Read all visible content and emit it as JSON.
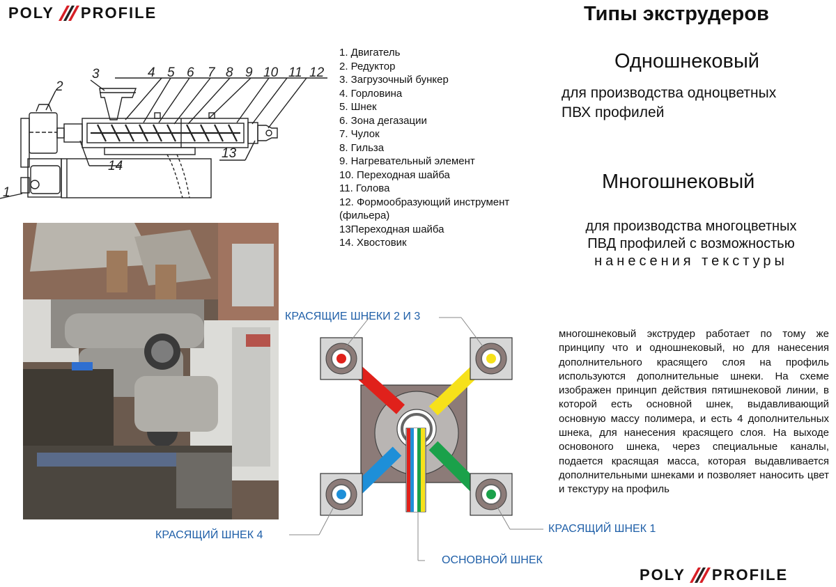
{
  "brand": {
    "name_left": "POLY",
    "name_right": "PROFILE"
  },
  "title": "Типы экструдеров",
  "single": {
    "heading": "Одношнековый",
    "line1": "для производства одноцветных",
    "line2": "ПВХ профилей"
  },
  "multi": {
    "heading": "Многошнековый",
    "line1": "для производства многоцветных",
    "line2": "ПВД профилей с возможностью",
    "line3": "нанесения текстуры"
  },
  "legend": [
    "1. Двигатель",
    "2. Редуктор",
    "3. Загрузочный бункер",
    "4. Горловина",
    "5. Шнек",
    "6. Зона дегазации",
    "7. Чулок",
    "8. Гильза",
    "9. Нагревательный элемент",
    "10. Переходная шайба",
    "11. Голова",
    "12. Формообразующий инструмент",
    "(фильера)",
    "13Переходная шайба",
    "14. Хвостовик"
  ],
  "drawing_numbers": [
    "1",
    "2",
    "3",
    "4",
    "5",
    "6",
    "7",
    "8",
    "9",
    "10",
    "11",
    "12",
    "13",
    "14"
  ],
  "description": "многошнековый экструдер работает по тому же принципу что и одношнековый, но для нанесения дополнительного красящего слоя на профиль используются дополнительные шнеки. На схеме изображен принцип действия пятишнековой линии, в которой есть основной шнек, выдавливающий основную массу полимера, и есть 4 дополнительных шнека, для нанесения красящего слоя. На выходе основоного шнека, через специальные каналы, подается красящая масса, которая выдавливается дополнительными шнеками и позволяет наносить цвет и текстуру на профиль",
  "scheme": {
    "label_top": "КРАСЯЩИЕ ШНЕКИ 2 И 3",
    "label_screw4": "КРАСЯЩИЙ ШНЕК 4",
    "label_screw1": "КРАСЯЩИЙ ШНЕК 1",
    "label_main": "ОСНОВНОЙ ШНЕК"
  },
  "colors": {
    "red": "#e0211b",
    "yellow": "#f6e11a",
    "blue": "#1e8fd8",
    "green": "#1aa14a",
    "label_blue": "#1f5fa8",
    "brand_red": "#d61f26"
  }
}
